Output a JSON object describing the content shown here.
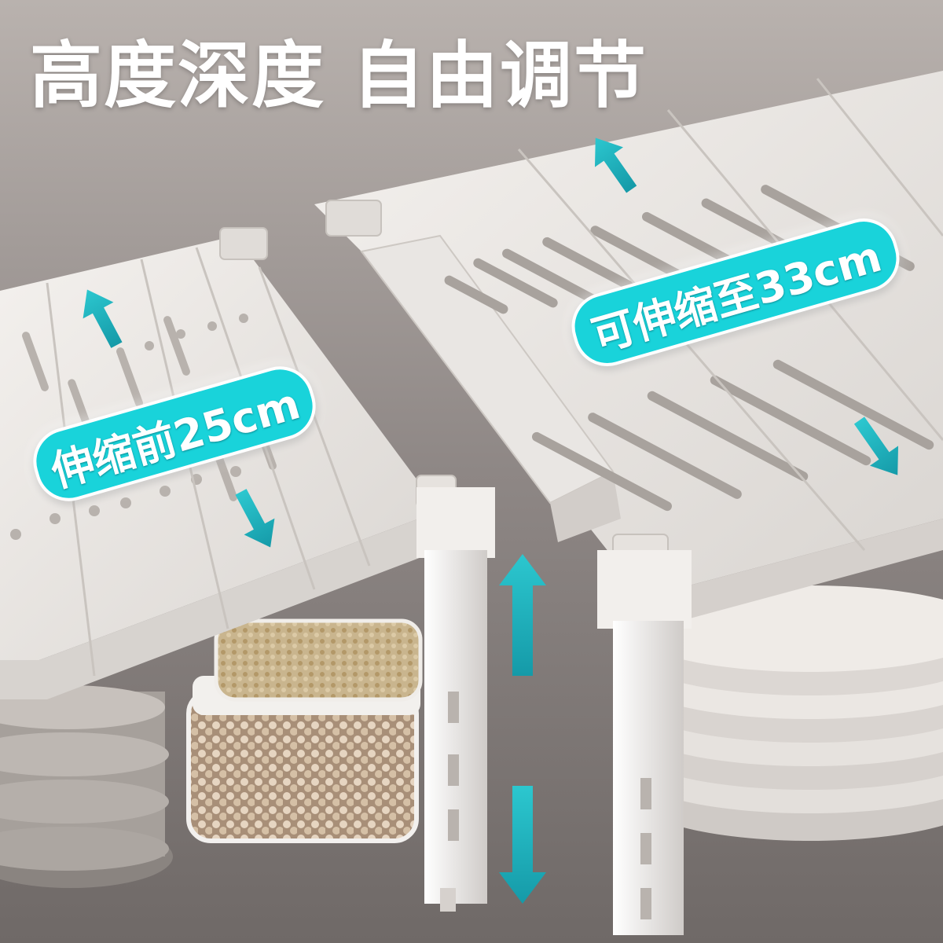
{
  "headline": "高度深度 自由调节",
  "labels": {
    "before": "伸缩前25cm",
    "after": "可伸缩至33cm"
  },
  "colors": {
    "accent": "#19d3da",
    "headline": "#ffffff",
    "background": "#8f8886",
    "rack": "#e9e6e3"
  },
  "icons": [
    "double-arrow-icon"
  ]
}
